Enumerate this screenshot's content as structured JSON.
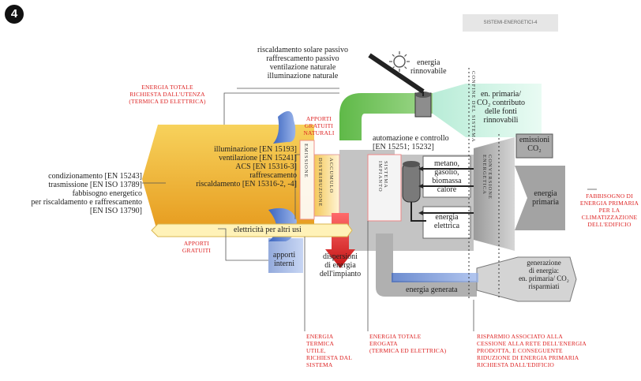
{
  "badge": "4",
  "figure_tag": "SISTEMI-ENERGETICI-4",
  "labels": {
    "passive": "riscaldamento solare passivo\nraffrescamento passivo\nventilazione naturale\nilluminazione naturale",
    "renewable": "energia\nrinnovabile",
    "primary_co2": "en. primaria/\nCO₂ contributo\ndelle fonti\nrinnovabili",
    "automation": "automazione e controllo\n[EN 15251; 15232]",
    "needs": "illuminazione [EN 15193]\nventilazione [EN 15241]\nACS [EN 15316-3]\nraffrescamento\nriscaldamento [EN 15316-2, -4]",
    "envelope": "condizionamento [EN 15243]\ntrasmissione [EN ISO 13789]\nfabbisogno energetico\nper riscaldamento e raffrescamento\n[EN ISO 13790]",
    "carriers": "metano,\ngasolio,\nbiomassa\ncalore",
    "electric": "energia\nelettrica",
    "co2_emissions": "emissioni\nCO₂",
    "primary_energy": "energia\nprimaria",
    "other_uses": "elettricità per altri usi",
    "internal_gains": "apporti\ninterni",
    "losses": "dispersioni\ndi energia\ndell'impianto",
    "generated": "energia generata",
    "export": "generazione\ndi energia:\nen. primaria/ CO₂\nrisparmiati"
  },
  "vertical": {
    "emission": "EMISSIONE",
    "distribution": "DISTRIBUZIONE",
    "storage": "ACCUMULO",
    "system": "SISTEMA IMPIANTO",
    "conversion": "CONVERSIONE ENERGETICA",
    "border": "CONFINE DEL SISTEMA"
  },
  "red_notes": {
    "total_user": "ENERGIA TOTALE\nRICHIESTA DALL'UTENZA\n(TERMICA ED ELETTRICA)",
    "free_natural": "APPORTI\nGRATUITI\nNATURALI",
    "free": "APPORTI\nGRATUITI",
    "useful": "ENERGIA\nTERMICA\nUTILE,\nRICHIESTA DAL\nSISTEMA",
    "delivered": "ENERGIA TOTALE\nEROGATA\n(TERMICA ED ELETTRICA)",
    "primary_need": "FABBISOGNO DI\nENERGIA PRIMARIA\nPER LA\nCLIMATIZZAZIONE\nDELL'EDIFICIO",
    "saving": "RISPARMIO ASSOCIATO ALLA\nCESSIONE ALLA RETE DELL'ENERGIA\nPRODOTTA, E CONSEGUENTE\nRIDUZIONE DI ENERGIA PRIMARIA\nRICHIESTA DALL'EDIFICIO"
  },
  "colors": {
    "yellow_top": "#f6c84a",
    "yellow_bottom": "#e8a626",
    "green": "#5fb948",
    "blue": "#4a76c9",
    "red": "#e02a2a",
    "grey": "#bdbdbd",
    "dark_grey": "#7a7a7a",
    "accent_red": "#d22"
  }
}
